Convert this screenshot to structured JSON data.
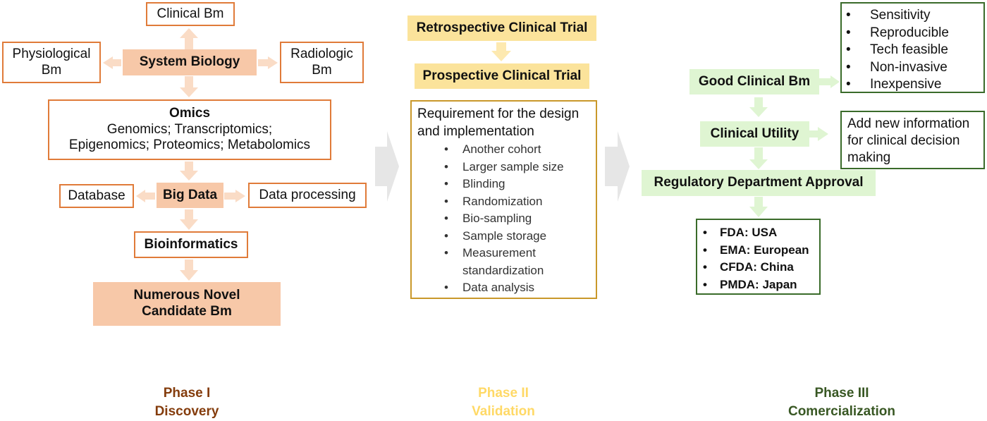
{
  "phase1": {
    "clinical_bm": "Clinical Bm",
    "physiological_bm": "Physiological Bm",
    "system_biology": "System Biology",
    "radiologic_bm": "Radiologic Bm",
    "omics_title": "Omics",
    "omics_line1": "Genomics; Transcriptomics;",
    "omics_line2": "Epigenomics; Proteomics; Metabolomics",
    "database": "Database",
    "big_data": "Big Data",
    "data_processing": "Data processing",
    "bioinformatics": "Bioinformatics",
    "candidates": "Numerous Novel Candidate Bm"
  },
  "phase2": {
    "retrospective": "Retrospective Clinical Trial",
    "prospective": "Prospective Clinical Trial",
    "requirement_title": "Requirement for the design and implementation",
    "requirements": [
      "Another cohort",
      "Larger sample size",
      "Blinding",
      "Randomization",
      "Bio-sampling",
      "Sample storage",
      "Measurement standardization",
      "Data analysis"
    ]
  },
  "phase3": {
    "good_bm": "Good Clinical Bm",
    "criteria": [
      "Sensitivity",
      "Reproducible",
      "Tech feasible",
      "Non-invasive",
      "Inexpensive"
    ],
    "clinical_utility": "Clinical Utility",
    "utility_note": "Add new information for clinical decision making",
    "regulatory": "Regulatory Department Approval",
    "agencies": [
      "FDA: USA",
      "EMA: European",
      "CFDA: China",
      "PMDA: Japan"
    ]
  },
  "labels": {
    "phase1": [
      "Phase I",
      "Discovery"
    ],
    "phase2": [
      "Phase II",
      "Validation"
    ],
    "phase3": [
      "Phase III",
      "Comercialization"
    ]
  },
  "colors": {
    "orange_border": "#e07b39",
    "orange_fill": "#f7c8a8",
    "orange_arrow": "#fadcc6",
    "yellow_fill": "#fbe39b",
    "yellow_border": "#c9982a",
    "green_fill": "#dff5d2",
    "green_border": "#3a6b2a",
    "phase1_label": "#843c0c",
    "phase2_label": "#ffd966",
    "phase3_label": "#385723",
    "big_arrow": "#e6e6e6"
  }
}
